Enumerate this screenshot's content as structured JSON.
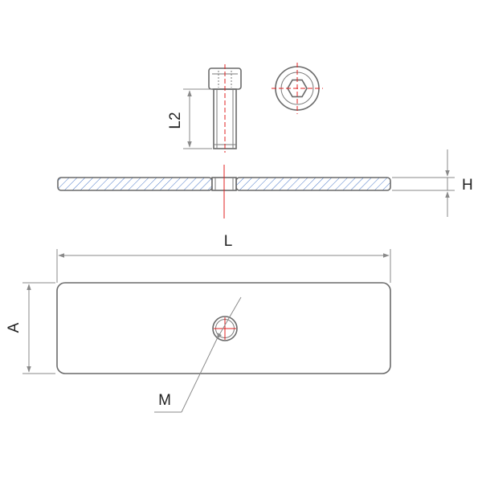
{
  "labels": {
    "l2": "L2",
    "h": "H",
    "l": "L",
    "a": "A",
    "m": "M"
  },
  "colors": {
    "outline": "#6a6a6a",
    "dimension": "#8a8a8a",
    "hatch": "#4a78c8",
    "centerline": "#e02020",
    "text": "#222222"
  }
}
